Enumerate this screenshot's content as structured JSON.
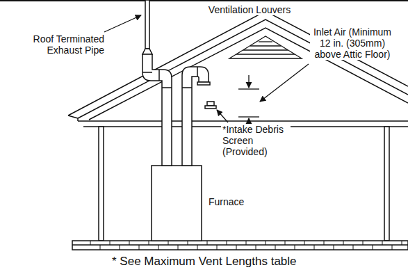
{
  "diagram": {
    "caption": "* See Maximum Vent Lengths table",
    "labels": [
      "Roof Terminated Exhaust Pipe",
      "Ventilation Louvers",
      "Inlet Air (Minimum 12 in. (305mm) above Attic Floor)",
      "*Intake Debris Screen (Provided)",
      "Furnace"
    ]
  }
}
